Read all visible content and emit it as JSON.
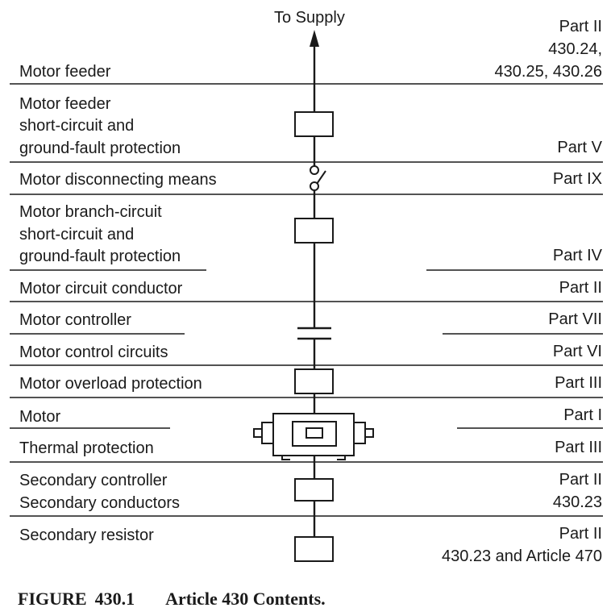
{
  "figure": {
    "top_label": "To Supply",
    "rows": [
      {
        "left": [
          "Motor feeder"
        ],
        "right": [
          "Part II",
          "430.24,",
          "430.25, 430.26"
        ]
      },
      {
        "left": [
          "Motor feeder",
          "short-circuit and",
          "ground-fault protection"
        ],
        "right": [
          "Part V"
        ]
      },
      {
        "left": [
          "Motor disconnecting means"
        ],
        "right": [
          "Part IX"
        ]
      },
      {
        "left": [
          "Motor branch-circuit",
          "short-circuit and",
          "ground-fault protection"
        ],
        "right": [
          "Part IV"
        ]
      },
      {
        "left": [
          "Motor circuit conductor"
        ],
        "right": [
          "Part II"
        ]
      },
      {
        "left": [
          "Motor controller"
        ],
        "right": [
          "Part VII"
        ]
      },
      {
        "left": [
          "Motor control circuits"
        ],
        "right": [
          "Part VI"
        ]
      },
      {
        "left": [
          "Motor overload protection"
        ],
        "right": [
          "Part III"
        ]
      },
      {
        "left": [
          "Motor"
        ],
        "right": [
          "Part I"
        ]
      },
      {
        "left": [
          "Thermal protection"
        ],
        "right": [
          "Part III"
        ]
      },
      {
        "left": [
          "Secondary controller",
          "Secondary conductors"
        ],
        "right": [
          "Part II",
          "430.23"
        ]
      },
      {
        "left": [
          "Secondary resistor"
        ],
        "right": [
          "Part II",
          "430.23 and Article 470"
        ]
      }
    ],
    "caption_label": "FIGURE",
    "caption_number": "430.1",
    "caption_title": "Article 430 Contents."
  }
}
